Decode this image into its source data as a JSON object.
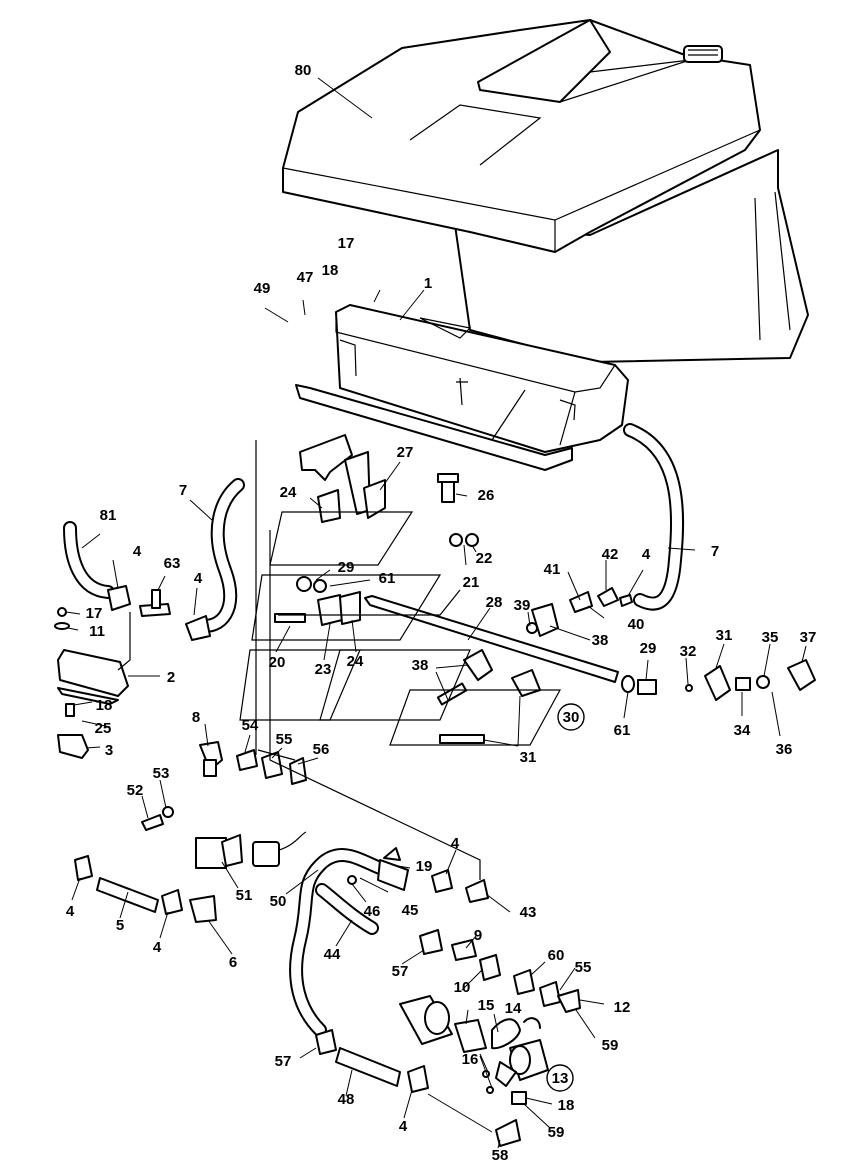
{
  "callouts": [
    {
      "id": "80"
    },
    {
      "id": "17"
    },
    {
      "id": "18"
    },
    {
      "id": "1"
    },
    {
      "id": "49"
    },
    {
      "id": "47"
    },
    {
      "id": "7"
    },
    {
      "id": "7"
    },
    {
      "id": "27"
    },
    {
      "id": "24"
    },
    {
      "id": "26"
    },
    {
      "id": "81"
    },
    {
      "id": "4"
    },
    {
      "id": "63"
    },
    {
      "id": "4"
    },
    {
      "id": "29"
    },
    {
      "id": "61"
    },
    {
      "id": "21"
    },
    {
      "id": "22"
    },
    {
      "id": "41"
    },
    {
      "id": "42"
    },
    {
      "id": "4"
    },
    {
      "id": "17"
    },
    {
      "id": "11"
    },
    {
      "id": "28"
    },
    {
      "id": "39"
    },
    {
      "id": "40"
    },
    {
      "id": "38"
    },
    {
      "id": "20"
    },
    {
      "id": "23"
    },
    {
      "id": "24"
    },
    {
      "id": "2"
    },
    {
      "id": "38"
    },
    {
      "id": "29"
    },
    {
      "id": "32"
    },
    {
      "id": "31"
    },
    {
      "id": "35"
    },
    {
      "id": "37"
    },
    {
      "id": "18"
    },
    {
      "id": "25"
    },
    {
      "id": "61"
    },
    {
      "id": "34"
    },
    {
      "id": "36"
    },
    {
      "id": "3"
    },
    {
      "id": "8"
    },
    {
      "id": "54"
    },
    {
      "id": "55"
    },
    {
      "id": "56"
    },
    {
      "id": "31"
    },
    {
      "id": "53"
    },
    {
      "id": "52"
    },
    {
      "id": "19"
    },
    {
      "id": "4"
    },
    {
      "id": "51"
    },
    {
      "id": "50"
    },
    {
      "id": "46"
    },
    {
      "id": "45"
    },
    {
      "id": "43"
    },
    {
      "id": "4"
    },
    {
      "id": "5"
    },
    {
      "id": "4"
    },
    {
      "id": "6"
    },
    {
      "id": "44"
    },
    {
      "id": "9"
    },
    {
      "id": "57"
    },
    {
      "id": "60"
    },
    {
      "id": "10"
    },
    {
      "id": "55"
    },
    {
      "id": "12"
    },
    {
      "id": "15"
    },
    {
      "id": "14"
    },
    {
      "id": "59"
    },
    {
      "id": "16"
    },
    {
      "id": "57"
    },
    {
      "id": "48"
    },
    {
      "id": "18"
    },
    {
      "id": "4"
    },
    {
      "id": "59"
    },
    {
      "id": "58"
    }
  ],
  "circled_callouts": [
    {
      "id": "30"
    },
    {
      "id": "13"
    }
  ]
}
